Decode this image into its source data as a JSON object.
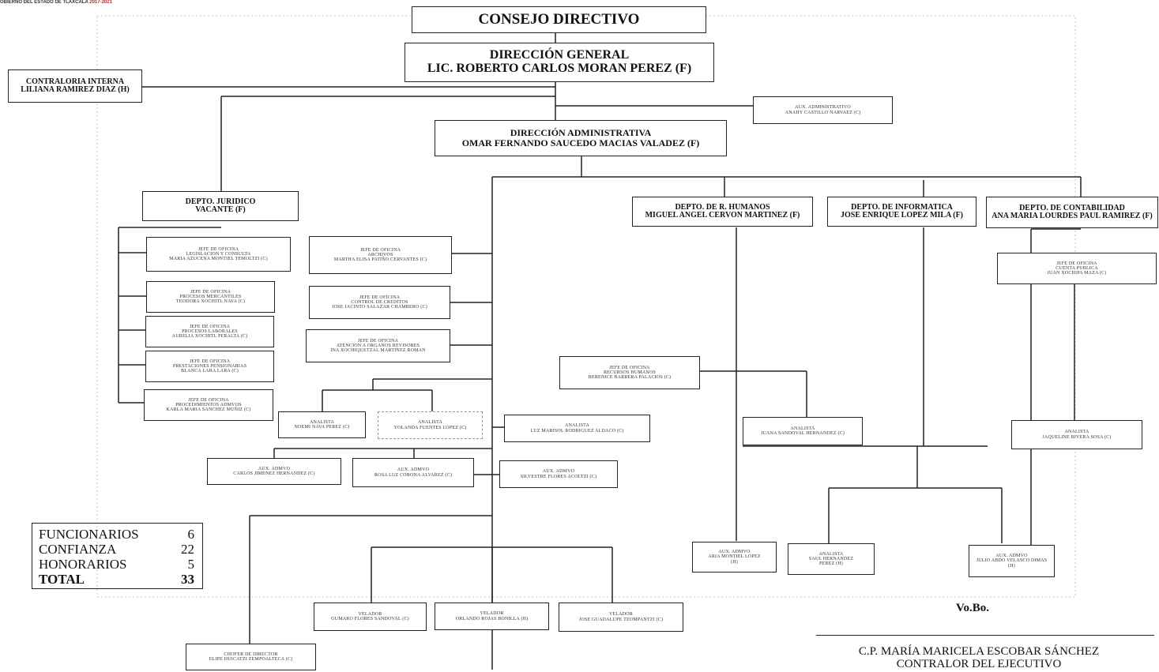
{
  "header": {
    "text": "OBIERNO DEL ESTADO DE TLAXCALA",
    "years": "2017-2021"
  },
  "org": {
    "consejo": "CONSEJO DIRECTIVO",
    "direccion_general": {
      "title": "DIRECCIÓN GENERAL",
      "name": "LIC. ROBERTO CARLOS MORAN PEREZ (F)"
    },
    "contraloria": {
      "title": "CONTRALORIA INTERNA",
      "name": "LILIANA RAMIREZ DIAZ (H)"
    },
    "aux_administrativo": {
      "title": "AUX. ADMINISTRATIVO",
      "name": "ANAHY CASTILLO NARVAEZ (C)"
    },
    "direccion_admin": {
      "title": "DIRECCIÓN ADMINISTRATIVA",
      "name": "OMAR FERNANDO SAUCEDO MACIAS VALADEZ (F)"
    },
    "depto_juridico": {
      "title": "DEPTO. JURIDICO",
      "name": "VACANTE (F)"
    },
    "depto_rh": {
      "title": "DEPTO. DE R. HUMANOS",
      "name": "MIGUEL ANGEL CERVON MARTINEZ (F)"
    },
    "depto_info": {
      "title": "DEPTO. DE INFORMATICA",
      "name": "JOSE ENRIQUE LOPEZ MILA (F)"
    },
    "depto_conta": {
      "title": "DEPTO. DE CONTABILIDAD",
      "name": "ANA MARIA LOURDES PAUL RAMIREZ (F)"
    },
    "jur_1": {
      "l1": "JEFE DE OFICINA",
      "l2": "LEGISLACION Y CONSULTA",
      "l3": "MARIA AZUCENA MONTIEL TEMOLTZI (C)"
    },
    "jur_2": {
      "l1": "JEFE DE OFICINA",
      "l2": "PROCESOS MERCANTILES",
      "l3": "TEODORA XOCHITL NAVA (C)"
    },
    "jur_3": {
      "l1": "JEFE DE OFICINA",
      "l2": "PROCESOS LABORALES",
      "l3": "AURELIA XOCHITL PERALTA (C)"
    },
    "jur_4": {
      "l1": "JEFE DE OFICINA",
      "l2": "PRESTACIONES PENSIONARIAS",
      "l3": "BLANCA LARA LARA (C)"
    },
    "jur_5": {
      "l1": "JEFE DE OFICINA",
      "l2": "PROCEDIMIENTOS ADMVOS",
      "l3": "KARLA MARIA SANCHEZ MUÑIZ (C)"
    },
    "adm_1": {
      "l1": "JEFE DE OFICINA",
      "l2": "ARCHIVOS",
      "l3": "MARTHA ELISA PATIÑO CERVANTES (C)"
    },
    "adm_2": {
      "l1": "JEFE DE OFICINA",
      "l2": "CONTROL DE CREDITOS",
      "l3": "JOSE JACINTO SALAZAR CHAMBERO (C)"
    },
    "adm_3": {
      "l1": "JEFE DE OFICINA",
      "l2": "ATENCION A ORGANOS REVISORES",
      "l3": "INA XOCHIQUETZAL MARTINEZ ROMAN"
    },
    "an_1": {
      "l1": "ANALISTA",
      "l2": "NOEMI NAVA PEREZ (C)"
    },
    "an_2": {
      "l1": "ANALISTA",
      "l2": "YOLANDA FUENTES LOPEZ (C)"
    },
    "an_3": {
      "l1": "ANALISTA",
      "l2": "LUZ MARISOL RODRIGUEZ ALDACO (C)"
    },
    "aux_1": {
      "l1": "AUX. ADMVO",
      "l2": "CARLOS JIMENEZ HERNANDEZ (C)"
    },
    "aux_2": {
      "l1": "AUX. ADMVO",
      "l2": "ROSA LUZ CORONA ALVAREZ (C)"
    },
    "aux_3": {
      "l1": "AUX. ADMVO",
      "l2": "SILVESTRE FLORES ACOLTZI (C)"
    },
    "rh_jefe": {
      "l1": "JEFE DE OFICINA",
      "l2": "RECURSOS HUMANOS",
      "l3": "BERENICE BARRERA PALACIOS (C)"
    },
    "rh_an": {
      "l1": "ANALISTA",
      "l2": "JUANA SANDOVAL HERNANDEZ (C)"
    },
    "rh_aux": {
      "l1": "AUX. ADMVO",
      "l2": "ARIA MONTIEL LOPEZ",
      "l3": "(H)"
    },
    "info_an": {
      "l1": "ANALISTA",
      "l2": "SAUL HERNANDEZ",
      "l3": "PEREZ (H)"
    },
    "info_aux": {
      "l1": "AUX. ADMVO",
      "l2": "JULIO ABDO VELASCO DIMAS",
      "l3": "(H)"
    },
    "conta_jefe": {
      "l1": "JEFE DE OFICINA",
      "l2": "CUENTA PUBLICA",
      "l3": "JUAN XOCHIPA MAZA (C)"
    },
    "conta_an": {
      "l1": "ANALISTA",
      "l2": "JAQUELINE RIVERA SOSA (C)"
    },
    "vel_1": {
      "l1": "VELADOR",
      "l2": "GUMARO FLORES SANDOVAL (C)"
    },
    "vel_2": {
      "l1": "VELADOR",
      "l2": "ORLANDO ROJAS BONILLA (H)"
    },
    "vel_3": {
      "l1": "VELADOR",
      "l2": "JOSE GUADALUPE TZOMPANTZI (C)"
    },
    "chofer": {
      "l1": "CHOFER DE DIRECTOR",
      "l2": "ELIPE HUICATZI ZEMPOALTECA (C)"
    }
  },
  "totals": [
    {
      "label": "FUNCIONARIOS",
      "value": "6"
    },
    {
      "label": "CONFIANZA",
      "value": "22"
    },
    {
      "label": "HONORARIOS",
      "value": "5"
    },
    {
      "label": "TOTAL",
      "value": "33"
    }
  ],
  "signature": {
    "vobo": "Vo.Bo.",
    "name": "C.P. MARÍA MARICELA ESCOBAR SÁNCHEZ",
    "title": "CONTRALOR DEL EJECUTIVO"
  }
}
